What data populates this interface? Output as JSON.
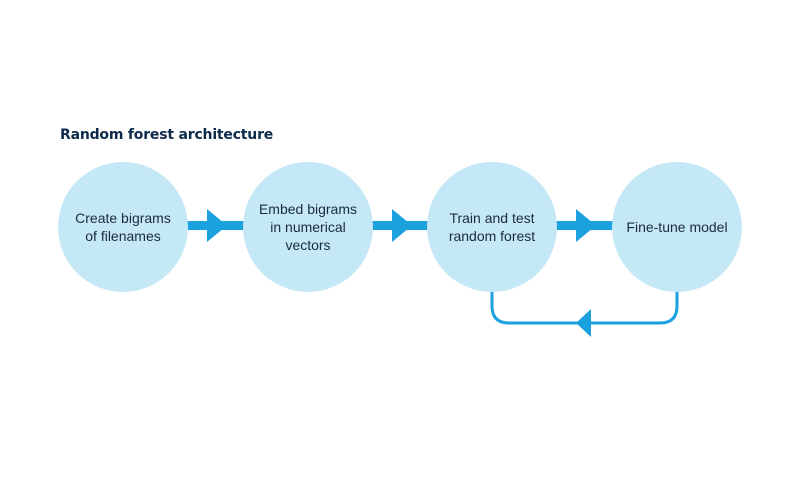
{
  "diagram": {
    "title": "Random forest architecture",
    "nodes": [
      {
        "label": "Create bigrams of filenames"
      },
      {
        "label": "Embed bigrams in numerical vectors"
      },
      {
        "label": "Train and test random forest"
      },
      {
        "label": "Fine-tune model"
      }
    ],
    "edges": [
      {
        "from": "Create bigrams of filenames",
        "to": "Embed bigrams in numerical vectors"
      },
      {
        "from": "Embed bigrams in numerical vectors",
        "to": "Train and test random forest"
      },
      {
        "from": "Train and test random forest",
        "to": "Fine-tune model"
      },
      {
        "from": "Fine-tune model",
        "to": "Train and test random forest",
        "style": "feedback-loop"
      }
    ],
    "colors": {
      "node_fill": "#c5e8f7",
      "arrow": "#1ba1de",
      "title": "#0d2a4a",
      "text": "#1a2b3c"
    }
  }
}
